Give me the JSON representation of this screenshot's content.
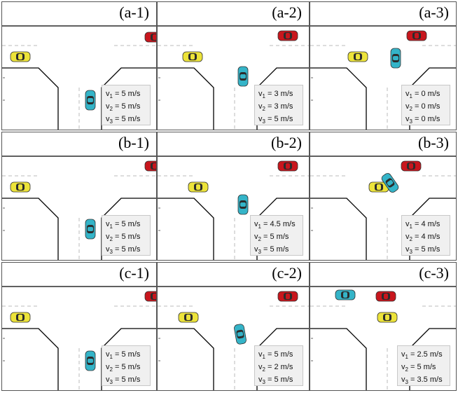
{
  "figure": {
    "colors": {
      "car_red": "#c8161d",
      "car_yellow": "#ece33a",
      "car_blue": "#34b4c8",
      "road_line": "#000000",
      "dash_line": "#bbbbbb",
      "box_bg": "#f0f0f0"
    },
    "panels": [
      {
        "label": "(a-1)",
        "v": [
          "5 m/s",
          "5 m/s",
          "5 m/s"
        ]
      },
      {
        "label": "(a-2)",
        "v": [
          "3 m/s",
          "3 m/s",
          "5 m/s"
        ]
      },
      {
        "label": "(a-3)",
        "v": [
          "0 m/s",
          "0 m/s",
          "0 m/s"
        ]
      },
      {
        "label": "(b-1)",
        "v": [
          "5 m/s",
          "5 m/s",
          "5 m/s"
        ]
      },
      {
        "label": "(b-2)",
        "v": [
          "4.5 m/s",
          "5 m/s",
          "5 m/s"
        ]
      },
      {
        "label": "(b-3)",
        "v": [
          "4 m/s",
          "4 m/s",
          "5 m/s"
        ]
      },
      {
        "label": "(c-1)",
        "v": [
          "5 m/s",
          "5 m/s",
          "5 m/s"
        ]
      },
      {
        "label": "(c-2)",
        "v": [
          "5 m/s",
          "2 m/s",
          "5 m/s"
        ]
      },
      {
        "label": "(c-3)",
        "v": [
          "2.5 m/s",
          "5 m/s",
          "3.5 m/s"
        ]
      }
    ]
  }
}
